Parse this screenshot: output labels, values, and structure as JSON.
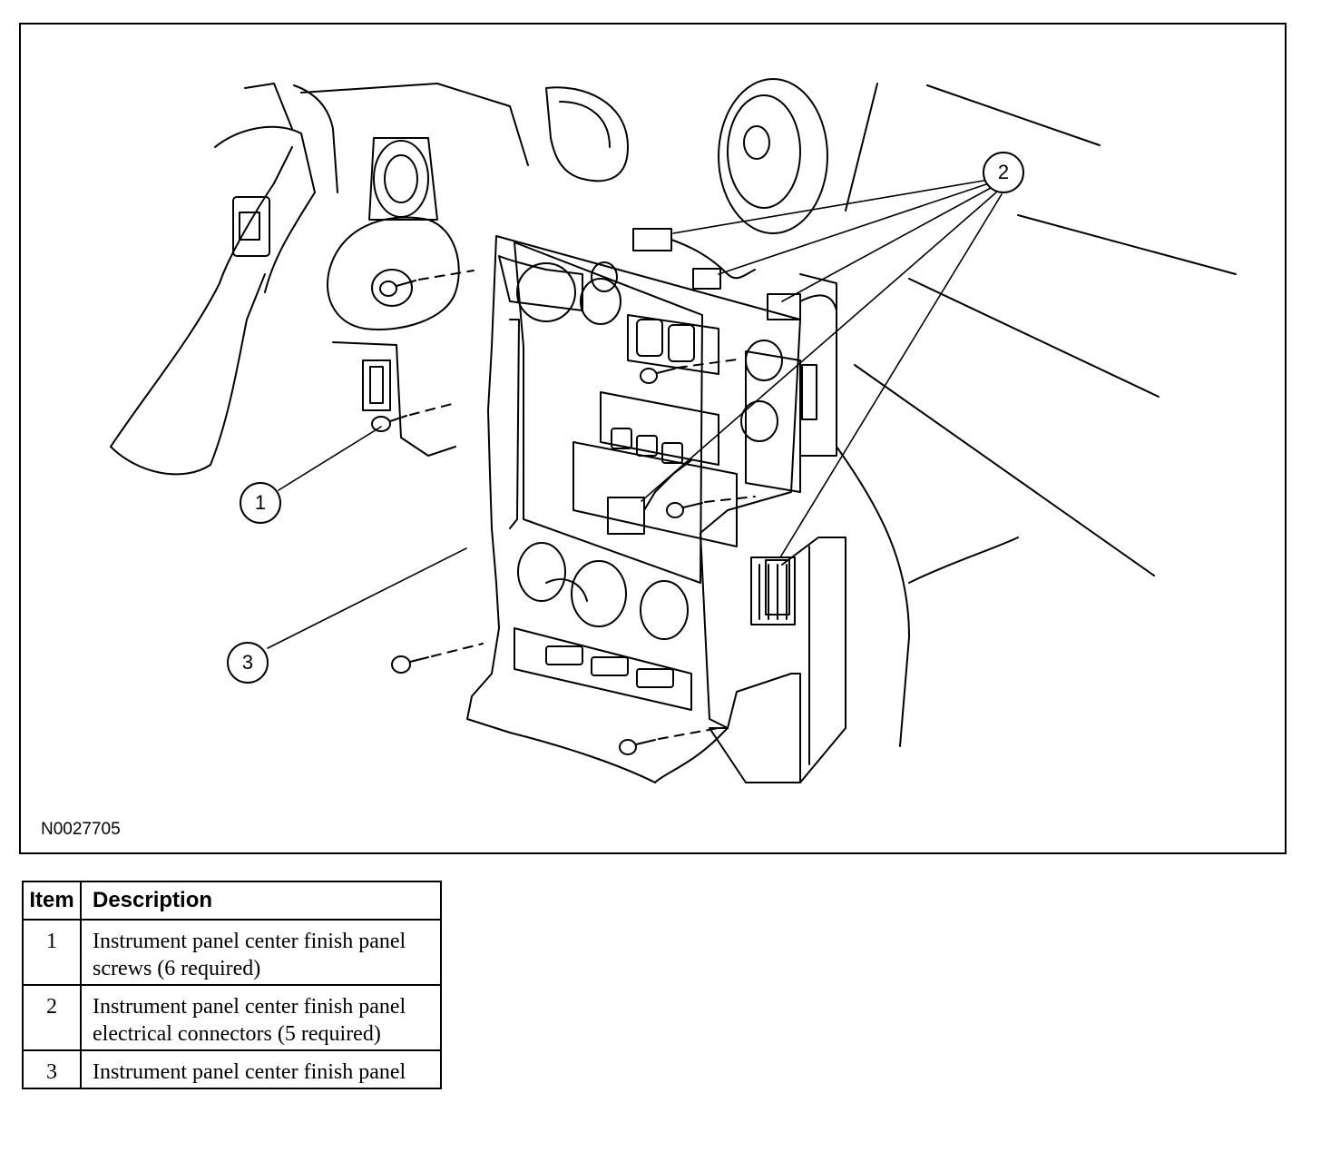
{
  "figure": {
    "id": "N0027705",
    "callouts": [
      "1",
      "2",
      "3"
    ]
  },
  "legend": {
    "headers": {
      "item": "Item",
      "description": "Description"
    },
    "rows": [
      {
        "item": "1",
        "description": "Instrument panel center finish panel screws (6 required)"
      },
      {
        "item": "2",
        "description": "Instrument panel center finish panel electrical connectors (5 required)"
      },
      {
        "item": "3",
        "description": "Instrument panel center finish panel"
      }
    ]
  }
}
